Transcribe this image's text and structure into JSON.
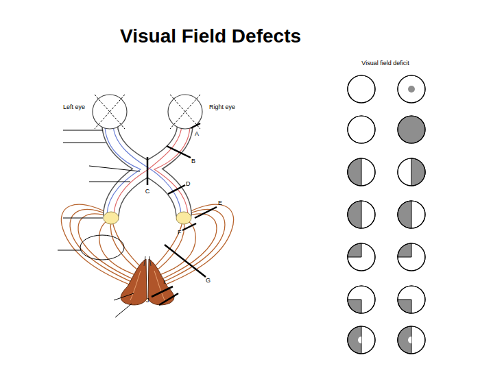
{
  "diagram": {
    "title": "Visual Field Defects",
    "labels": [
      "Left eye",
      "Right eye",
      "Visual field deficit",
      "A",
      "B",
      "C",
      "D",
      "E",
      "F",
      "G",
      "I",
      "J"
    ]
  }
}
